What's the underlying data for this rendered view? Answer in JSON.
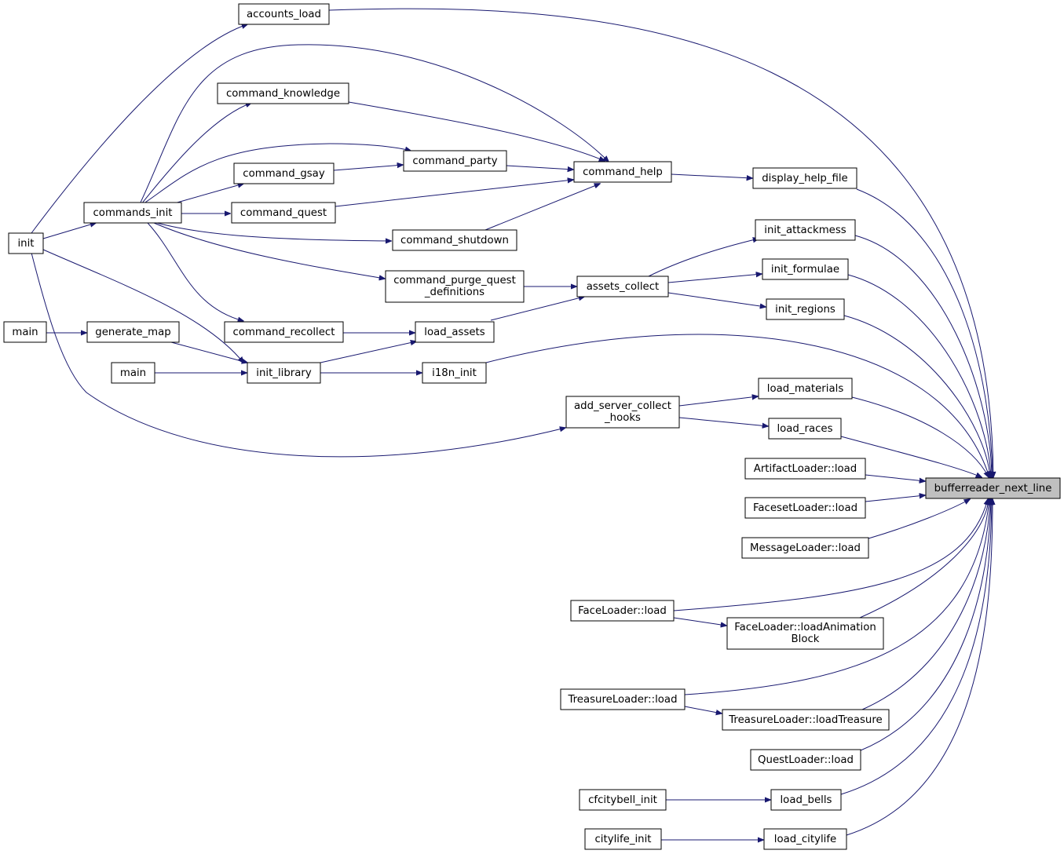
{
  "graph": {
    "colors": {
      "edge": "#191970",
      "node_border": "#000000",
      "focus_fill": "#bfbfbf",
      "background": "#ffffff"
    },
    "nodes": {
      "accounts_load": "accounts_load",
      "command_knowledge": "command_knowledge",
      "command_party": "command_party",
      "command_gsay": "command_gsay",
      "command_help": "command_help",
      "display_help_file": "display_help_file",
      "commands_init": "commands_init",
      "command_quest": "command_quest",
      "init": "init",
      "command_shutdown": "command_shutdown",
      "init_attackmess": "init_attackmess",
      "command_purge_quest_definitions": [
        "command_purge_quest",
        "_definitions"
      ],
      "assets_collect": "assets_collect",
      "init_formulae": "init_formulae",
      "init_regions": "init_regions",
      "main_1": "main",
      "generate_map": "generate_map",
      "command_recollect": "command_recollect",
      "load_assets": "load_assets",
      "main_2": "main",
      "init_library": "init_library",
      "i18n_init": "i18n_init",
      "load_materials": "load_materials",
      "add_server_collect_hooks": [
        "add_server_collect",
        "_hooks"
      ],
      "load_races": "load_races",
      "artifactloader_load": "ArtifactLoader::load",
      "bufferreader_next_line": "bufferreader_next_line",
      "facesetloader_load": "FacesetLoader::load",
      "messageloader_load": "MessageLoader::load",
      "faceloader_load": "FaceLoader::load",
      "faceloader_loadanimationblock": [
        "FaceLoader::loadAnimation",
        "Block"
      ],
      "treasureloader_load": "TreasureLoader::load",
      "treasureloader_loadtreasure": "TreasureLoader::loadTreasure",
      "questloader_load": "QuestLoader::load",
      "cfcitybell_init": "cfcitybell_init",
      "load_bells": "load_bells",
      "citylife_init": "citylife_init",
      "load_citylife": "load_citylife"
    }
  }
}
